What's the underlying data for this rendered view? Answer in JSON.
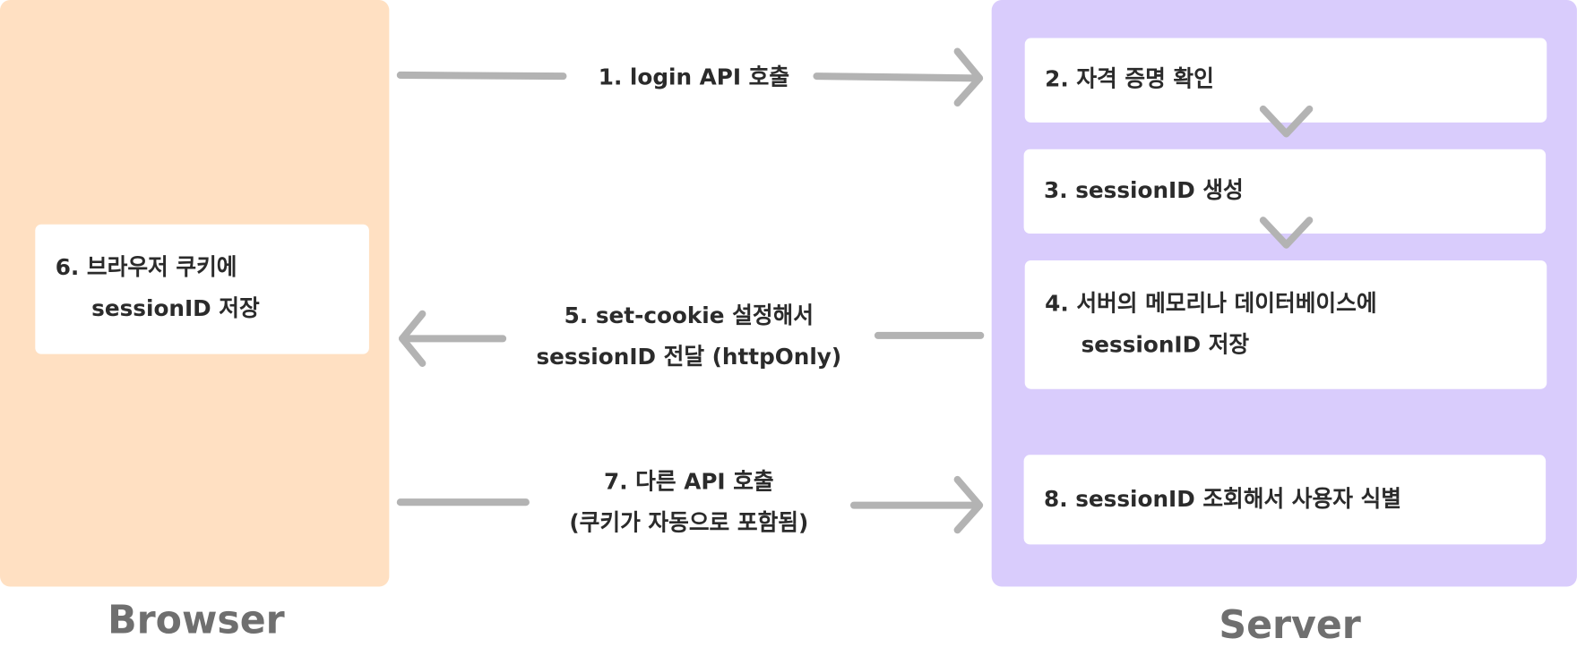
{
  "colors": {
    "browser": "#FFE0C2",
    "server": "#D9CCFC",
    "arrow": "#B3B3B3",
    "text": "#2B2B2B",
    "title": "#6F6F6F"
  },
  "browser": {
    "title": "Browser",
    "box": {
      "line1": "6. 브라우저 쿠키에",
      "line2": "sessionID 저장"
    }
  },
  "server": {
    "title": "Server",
    "steps": [
      {
        "line1": "2. 자격 증명 확인"
      },
      {
        "line1": "3. sessionID 생성"
      },
      {
        "line1": "4. 서버의 메모리나 데이터베이스에",
        "line2": "sessionID 저장"
      },
      {
        "line1": "8. sessionID 조회해서 사용자 식별"
      }
    ]
  },
  "arrows": [
    {
      "direction": "right",
      "line1": "1. login API 호출"
    },
    {
      "direction": "left",
      "line1": "5. set-cookie 설정해서",
      "line2": "sessionID 전달 (httpOnly)"
    },
    {
      "direction": "right",
      "line1": "7. 다른 API 호출",
      "line2": "(쿠키가 자동으로 포함됨)"
    }
  ]
}
